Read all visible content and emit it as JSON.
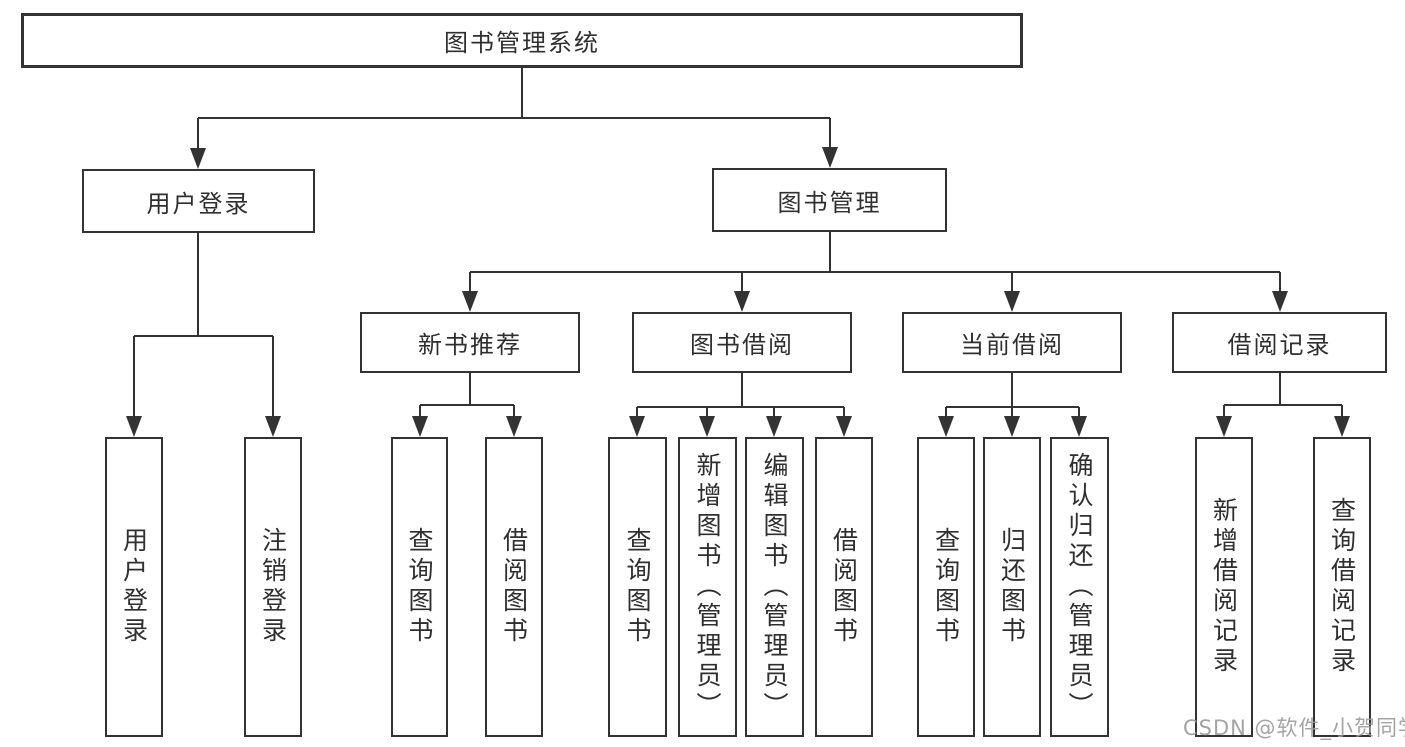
{
  "tree": {
    "root": {
      "label": "图书管理系统"
    },
    "branches": [
      {
        "label": "用户登录",
        "children": [
          {
            "label": "用户登录"
          },
          {
            "label": "注销登录"
          }
        ]
      },
      {
        "label": "图书管理",
        "children": [
          {
            "label": "新书推荐",
            "children": [
              {
                "label": "查询图书"
              },
              {
                "label": "借阅图书"
              }
            ]
          },
          {
            "label": "图书借阅",
            "children": [
              {
                "label": "查询图书"
              },
              {
                "label": "新增图书（管理员）"
              },
              {
                "label": "编辑图书（管理员）"
              },
              {
                "label": "借阅图书"
              }
            ]
          },
          {
            "label": "当前借阅",
            "children": [
              {
                "label": "查询图书"
              },
              {
                "label": "归还图书"
              },
              {
                "label": "确认归还（管理员）"
              }
            ]
          },
          {
            "label": "借阅记录",
            "children": [
              {
                "label": "新增借阅记录"
              },
              {
                "label": "查询借阅记录"
              }
            ]
          }
        ]
      }
    ]
  },
  "watermark": {
    "text": "CSDN @软件_小贺同学"
  },
  "colors": {
    "line": "#333333",
    "text": "#2f2f2f",
    "watermark": "#9b9b9b",
    "background": "#ffffff"
  }
}
